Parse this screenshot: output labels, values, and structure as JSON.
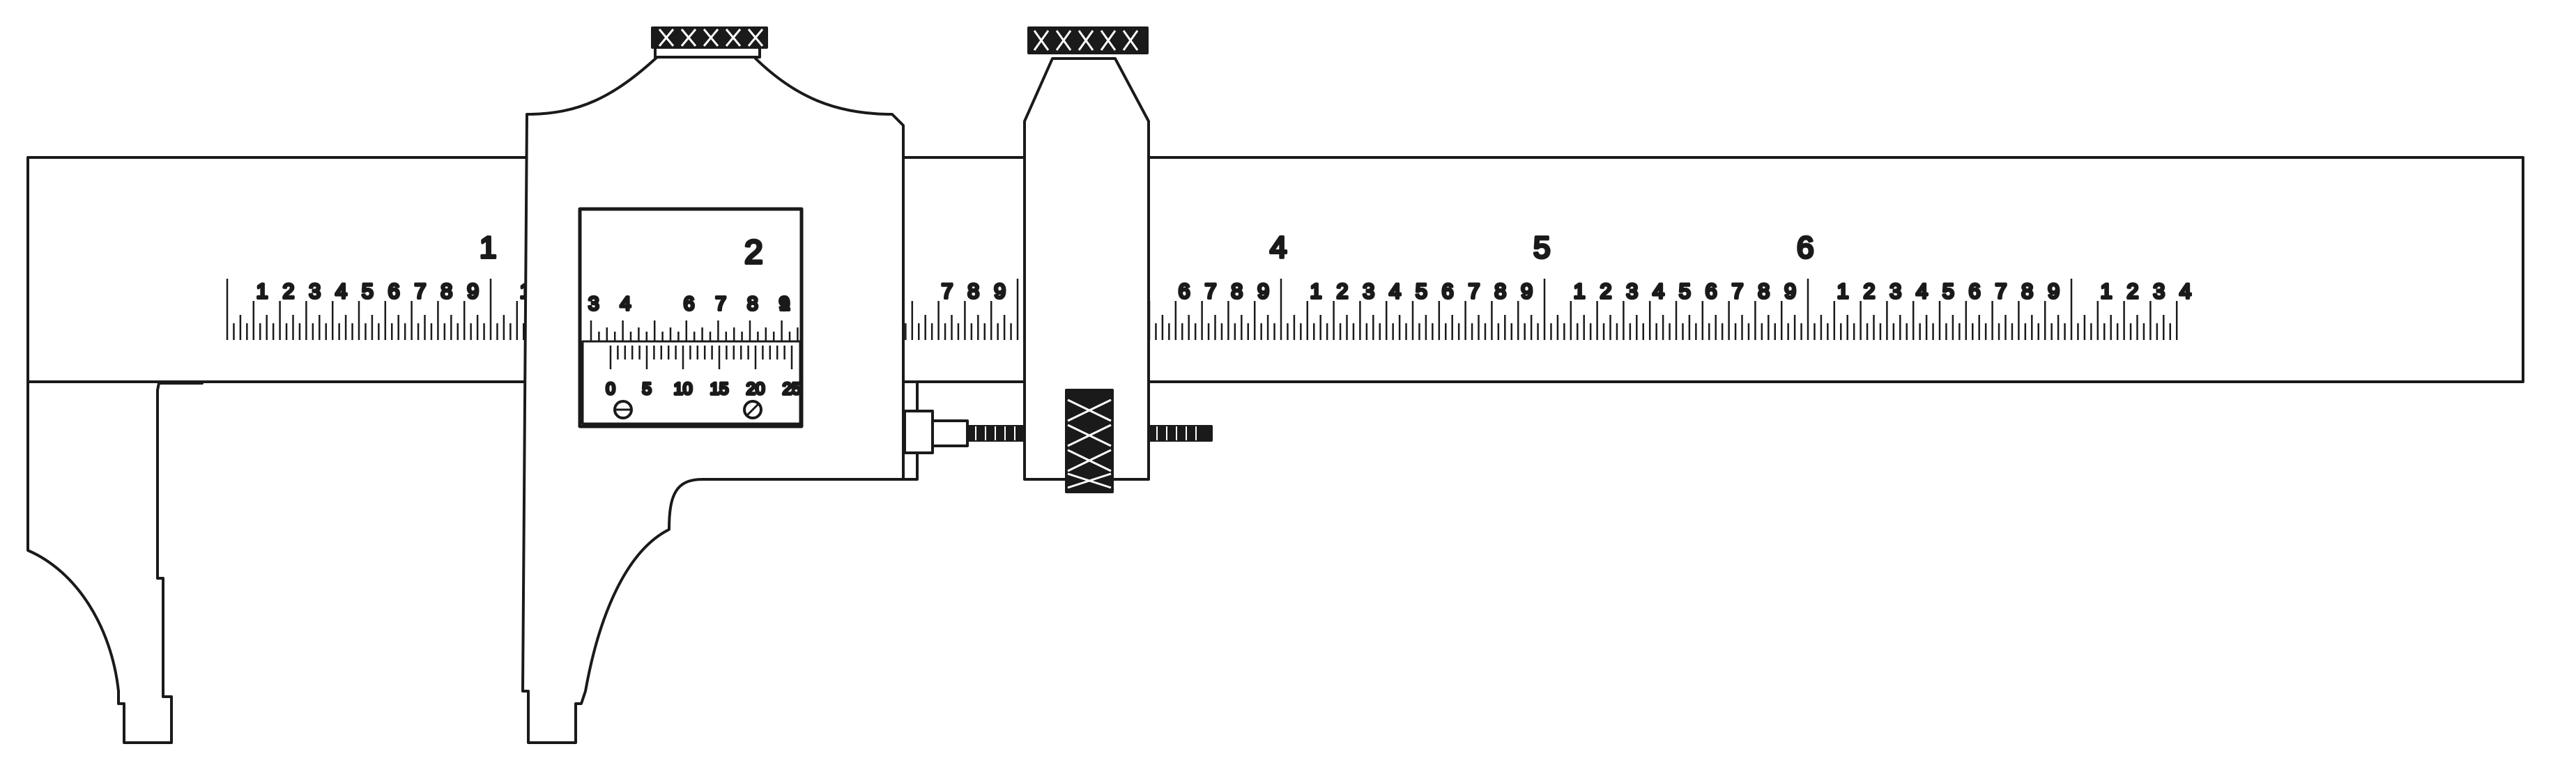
{
  "diagram": {
    "subject": "vernier-caliper",
    "main_scale": {
      "major_labels": [
        "1",
        "2",
        "4",
        "5",
        "6"
      ],
      "tenths_labels": [
        "1",
        "2",
        "3",
        "4",
        "5",
        "6",
        "7",
        "8",
        "9"
      ]
    },
    "vernier_scale": {
      "labels": [
        "0",
        "5",
        "10",
        "15",
        "20",
        "25"
      ]
    },
    "colors": {
      "ink": "#1a1a1a",
      "paper": "#ffffff"
    }
  }
}
